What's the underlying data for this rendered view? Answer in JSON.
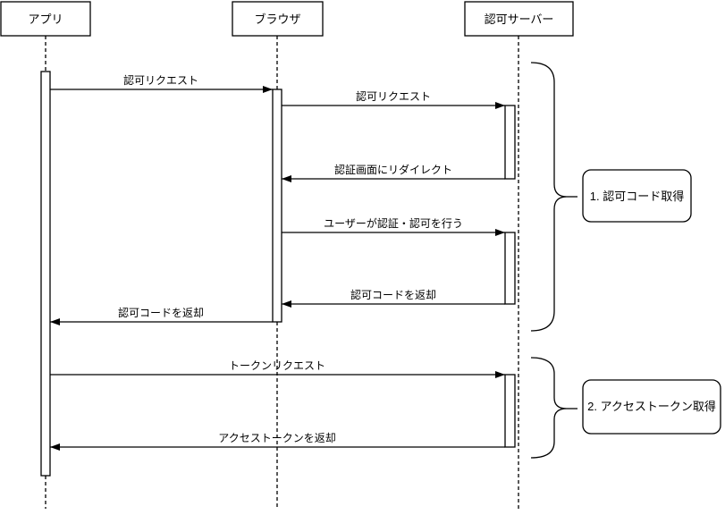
{
  "diagram": {
    "type": "sequence-diagram",
    "participants": [
      {
        "label": "アプリ"
      },
      {
        "label": "ブラウザ"
      },
      {
        "label": "認可サーバー"
      }
    ],
    "messages": [
      {
        "label": "認可リクエスト",
        "from": "アプリ",
        "to": "ブラウザ"
      },
      {
        "label": "認可リクエスト",
        "from": "ブラウザ",
        "to": "認可サーバー"
      },
      {
        "label": "認証画面にリダイレクト",
        "from": "認可サーバー",
        "to": "ブラウザ"
      },
      {
        "label": "ユーザーが認証・認可を行う",
        "from": "ブラウザ",
        "to": "認可サーバー"
      },
      {
        "label": "認可コードを返却",
        "from": "認可サーバー",
        "to": "ブラウザ"
      },
      {
        "label": "認可コードを返却",
        "from": "ブラウザ",
        "to": "アプリ"
      },
      {
        "label": "トークンリクエスト",
        "from": "アプリ",
        "to": "認可サーバー"
      },
      {
        "label": "アクセストークンを返却",
        "from": "認可サーバー",
        "to": "アプリ"
      }
    ],
    "groups": [
      {
        "label": "1. 認可コード取得"
      },
      {
        "label": "2. アクセストークン取得"
      }
    ],
    "colors": {
      "line": "#000000",
      "background": "#ffffff"
    }
  }
}
